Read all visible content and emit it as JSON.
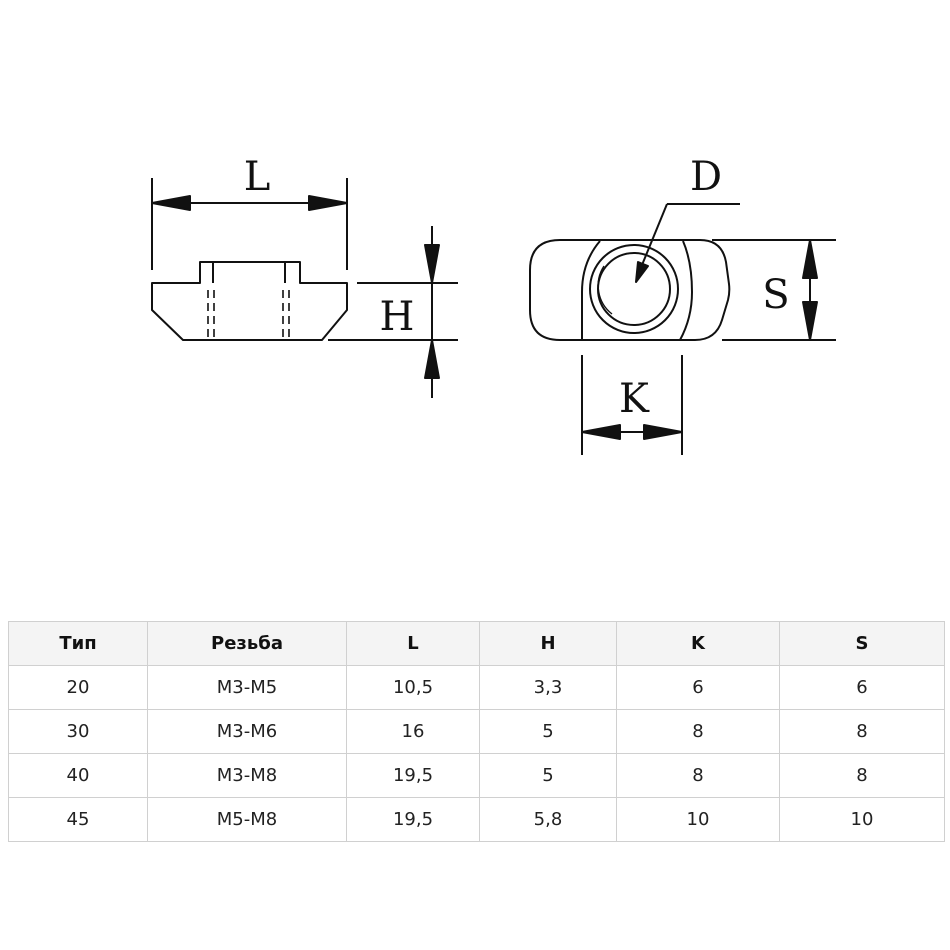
{
  "drawing": {
    "labels": {
      "L": "L",
      "H": "H",
      "D": "D",
      "S": "S",
      "K": "K"
    }
  },
  "table": {
    "headers": [
      "Тип",
      "Резьба",
      "L",
      "H",
      "K",
      "S"
    ],
    "rows": [
      [
        "20",
        "M3-M5",
        "10,5",
        "3,3",
        "6",
        "6"
      ],
      [
        "30",
        "M3-M6",
        "16",
        "5",
        "8",
        "8"
      ],
      [
        "40",
        "M3-M8",
        "19,5",
        "5",
        "8",
        "8"
      ],
      [
        "45",
        "M5-M8",
        "19,5",
        "5,8",
        "10",
        "10"
      ]
    ]
  }
}
